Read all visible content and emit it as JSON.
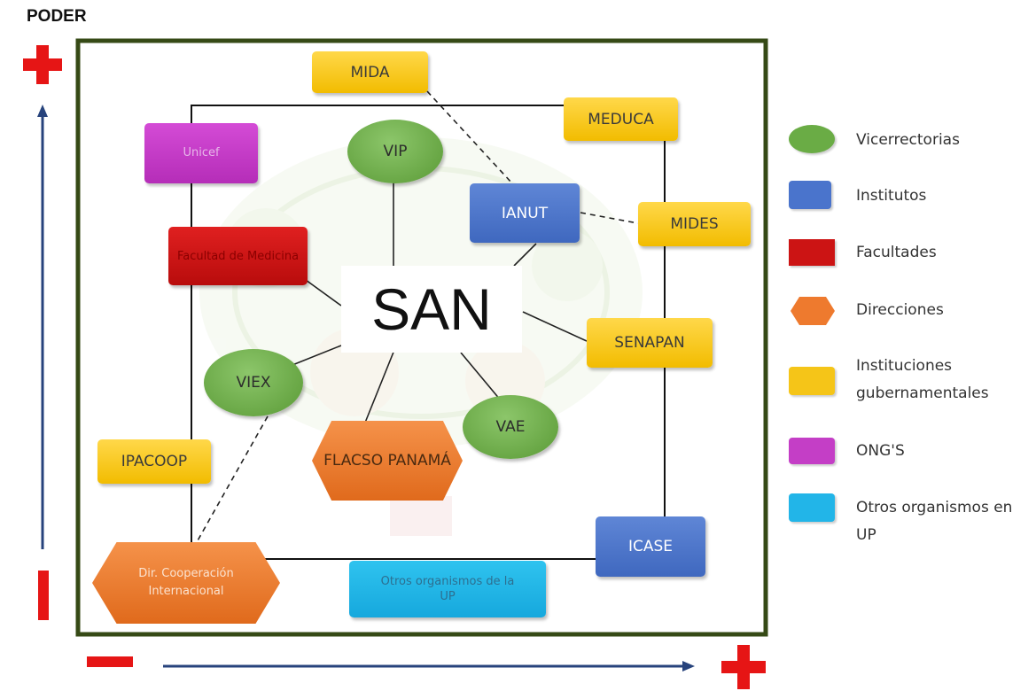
{
  "title": "PODER",
  "center": "SAN",
  "nodes": {
    "mida": "MIDA",
    "meduca": "MEDUCA",
    "unicef": "Unicef",
    "vip": "VIP",
    "ianut": "IANUT",
    "mides": "MIDES",
    "facultad": "Facultad de Medicina",
    "senapan": "SENAPAN",
    "viex": "VIEX",
    "vae": "VAE",
    "flacso": "FLACSO PANAMÁ",
    "ipacoop": "IPACOOP",
    "dir_coop": "Dir. Cooperación Internacional",
    "icase": "ICASE",
    "otros": "Otros organismos de la UP"
  },
  "legend": [
    {
      "label": "Vicerrectorias",
      "shape": "ellipse",
      "color": "#6aac45"
    },
    {
      "label": "Institutos",
      "shape": "rect",
      "color": "#4a74cc"
    },
    {
      "label": "Facultades",
      "shape": "rect",
      "color": "#cc1414"
    },
    {
      "label": "Direcciones",
      "shape": "hexagon",
      "color": "#ee7a2e"
    },
    {
      "label": "Instituciones gubernamentales",
      "shape": "rect",
      "color": "#f5c518"
    },
    {
      "label": "ONG'S",
      "shape": "rect",
      "color": "#c43ec6"
    },
    {
      "label": "Otros organismos en UP",
      "shape": "rect",
      "color": "#22b5e8"
    }
  ],
  "axes": {
    "y_top": "+",
    "y_bottom": "I",
    "x_left": "−",
    "x_right": "+"
  }
}
